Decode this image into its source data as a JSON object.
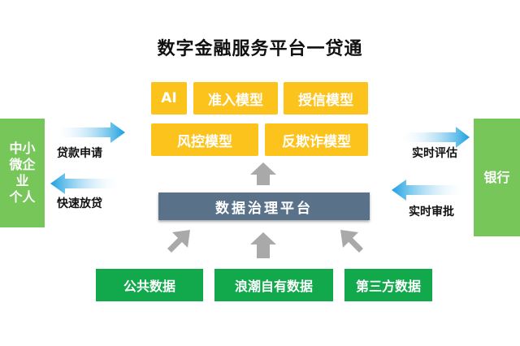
{
  "title": "数字金融服务平台一贷通",
  "models": {
    "ai": "AI",
    "access": "准入模型",
    "credit": "授信模型",
    "risk": "风控模型",
    "antifraud": "反欺诈模型"
  },
  "platform": "数据治理平台",
  "sources": {
    "public": "公共数据",
    "inspur": "浪潮自有数据",
    "third_party": "第三方数据"
  },
  "left": {
    "box_lines": [
      "中小",
      "微企",
      "业",
      "个人"
    ],
    "apply_label": "贷款申请",
    "fast_loan_label": "快速放贷"
  },
  "right": {
    "box_label": "银行",
    "eval_label": "实时评估",
    "approve_label": "实时审批"
  },
  "colors": {
    "model_yellow": "#fcc31d",
    "source_green": "#12a84c",
    "side_green": "#76c65a",
    "platform_slate": "#5a7289",
    "arrow_blue": "#1a9fe0",
    "arrow_gray": "#a9a9a9"
  }
}
